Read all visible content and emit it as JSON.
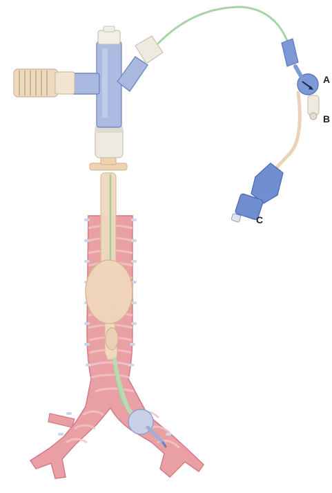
{
  "labels": {
    "a": "A",
    "b": "B",
    "c": "C"
  },
  "colors": {
    "background": "#ffffff",
    "trachea": "#e8a0a4",
    "trachea_dark": "#d97f86",
    "cartilage_ring": "#f3c4c6",
    "connector_blue": "#9fb0d8",
    "connector_blue_dark": "#6f86c2",
    "pilot_blue": "#6f8fd0",
    "tube_beige": "#efd9bf",
    "cuff_beige": "#f0d6bc",
    "green_line": "#9fcf9f",
    "suction_tube": "#e9c9b0"
  },
  "icons": [
    "trachea-illustration",
    "endotracheal-tube",
    "y-connector",
    "corrugated-tube",
    "tracheal-cuff",
    "bronchial-cuff",
    "pilot-balloon-a",
    "valve-b",
    "connector-c"
  ]
}
